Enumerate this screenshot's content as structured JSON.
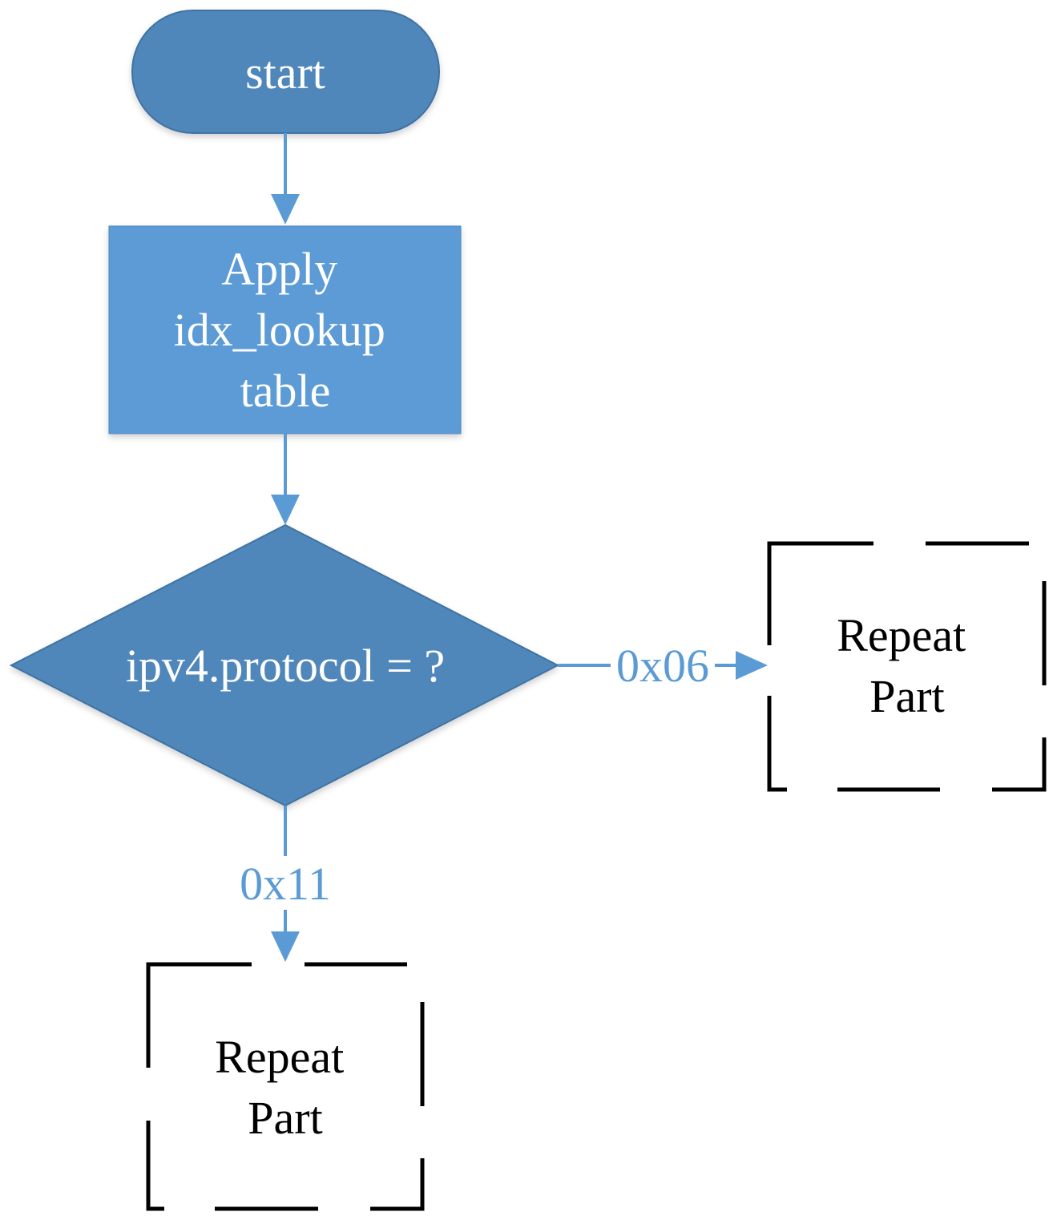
{
  "flowchart": {
    "start": {
      "label": "start"
    },
    "process": {
      "lines": [
        "Apply",
        "idx_lookup",
        "table"
      ]
    },
    "decision": {
      "label": "ipv4.protocol = ?"
    },
    "branch_right": {
      "label": "0x06"
    },
    "branch_down": {
      "label": "0x11"
    },
    "repeat_right": {
      "lines": [
        "Repeat",
        "Part"
      ]
    },
    "repeat_bottom": {
      "lines": [
        "Repeat",
        "Part"
      ]
    }
  },
  "colors": {
    "terminal_fill": "#4f87ba",
    "process_fill": "#5b9bd5",
    "decision_fill": "#4f87ba",
    "edge": "#5b9bd5",
    "repeat_border": "#000000"
  }
}
